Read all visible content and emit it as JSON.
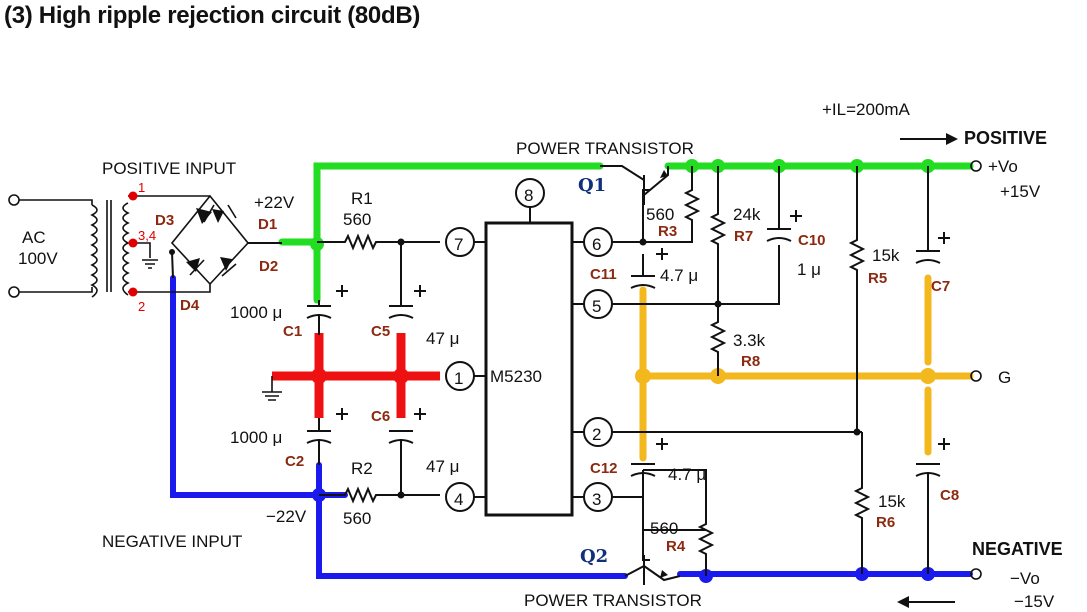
{
  "title": "(3) High ripple rejection circuit (80dB)",
  "labels": {
    "il_note": "+IL=200mA",
    "positive_out": "POSITIVE",
    "negative_out": "NEGATIVE",
    "vo_pos": "+Vo",
    "v15_pos": "+15V",
    "vo_neg": "−Vo",
    "v15_neg": "−15V",
    "g": "G",
    "power_transistor_top": "POWER TRANSISTOR",
    "power_transistor_bottom": "POWER TRANSISTOR",
    "positive_input": "POSITIVE INPUT",
    "negative_input": "NEGATIVE INPUT",
    "ac": "AC",
    "ac_v": "100V",
    "v22_pos": "+22V",
    "v22_neg": "−22V",
    "ic": "M5230"
  },
  "components": {
    "r1": "R1",
    "r1_val": "560",
    "r2": "R2",
    "r2_val": "560",
    "r3": "R3",
    "r3_val": "560",
    "r4": "R4",
    "r4_val": "560",
    "r5": "R5",
    "r5_val": "15k",
    "r6": "R6",
    "r6_val": "15k",
    "r7": "R7",
    "r7_val": "24k",
    "r8": "R8",
    "r8_val": "3.3k",
    "c1": "C1",
    "c1_val": "1000 μ",
    "c2": "C2",
    "c2_val": "1000 μ",
    "c5": "C5",
    "c6": "C6",
    "c56_val": "47 μ",
    "c56_val2": "47 μ",
    "c7": "C7",
    "c8": "C8",
    "c10": "C10",
    "c10_val": "1 μ",
    "c11": "C11",
    "c11_val": "4.7 μ",
    "c12": "C12",
    "c12_val": "4.7 μ",
    "d1": "D1",
    "d2": "D2",
    "d3": "D3",
    "d4": "D4",
    "q1": "Q1",
    "q2": "Q2"
  },
  "pins": [
    "1",
    "2",
    "3",
    "4",
    "5",
    "6",
    "7",
    "8"
  ],
  "tap_labels": {
    "t1": "1",
    "t2": "2",
    "t34": "3,4"
  },
  "colors": {
    "green": "#22dd22",
    "blue": "#1a1aee",
    "red": "#ee1111",
    "orange": "#f2b81e",
    "ref": "#8b2a10",
    "tap": "#e00000",
    "q": "#10307a"
  }
}
